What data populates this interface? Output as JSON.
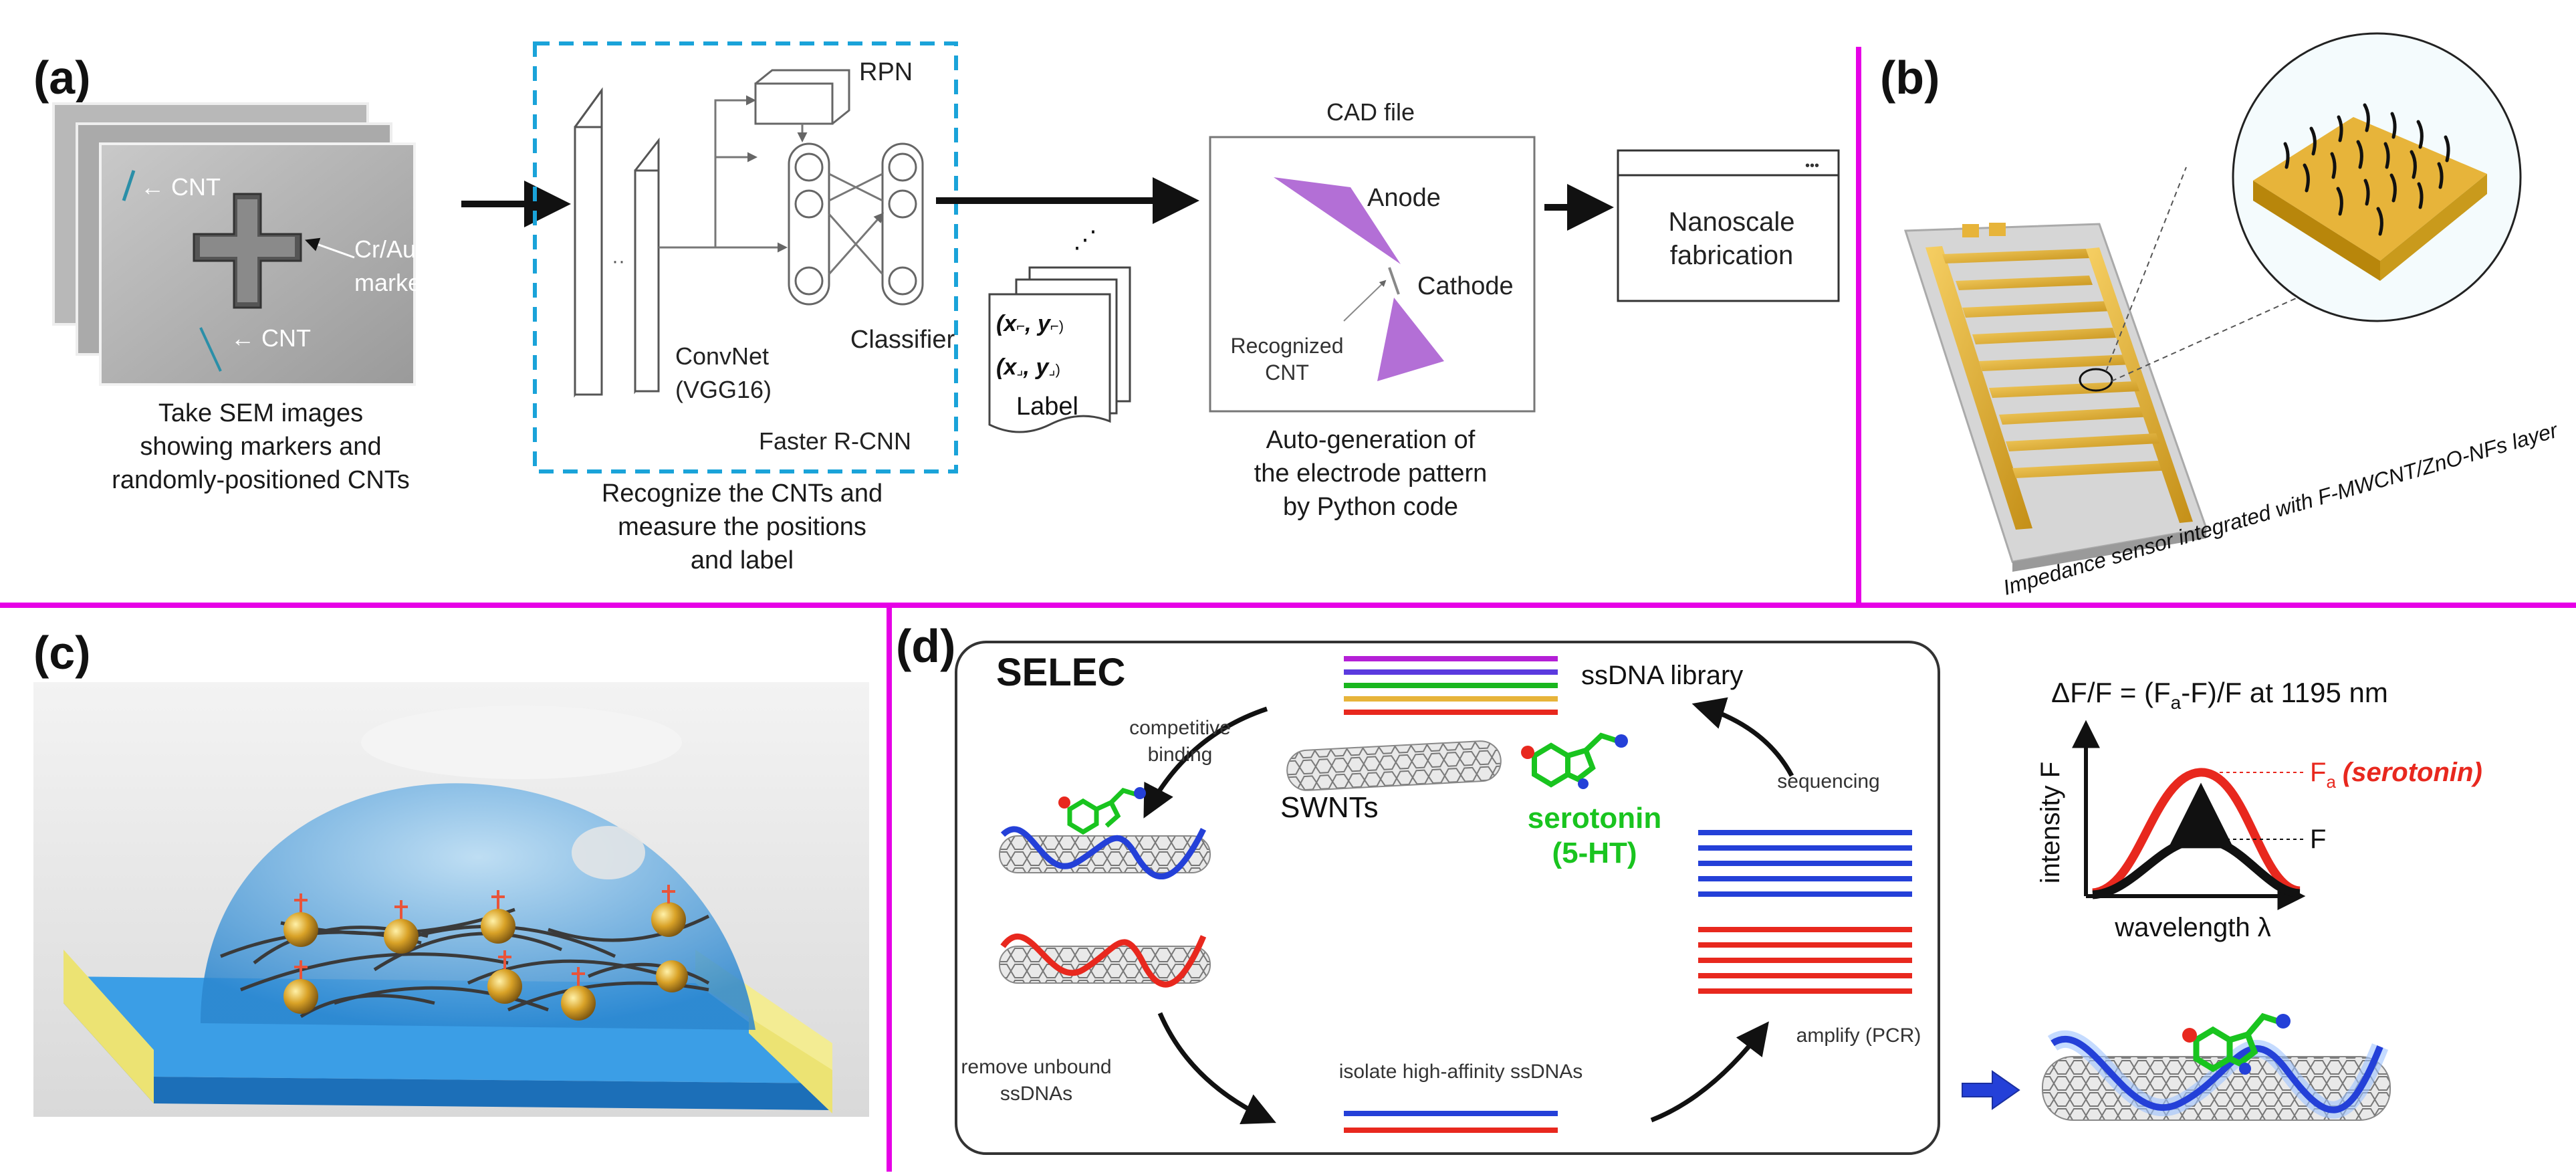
{
  "colors": {
    "magenta": "#e600e6",
    "dashed": "#1aa3d9",
    "anode": "#b36fd6",
    "gold": "#e7b43a",
    "water": "#1f8fd6",
    "red": "#e8281e",
    "blue": "#2440d8",
    "green": "#19c41f",
    "black": "#111111"
  },
  "panel_labels": {
    "a": "(a)",
    "b": "(b)",
    "c": "(c)",
    "d": "(d)"
  },
  "a": {
    "sem": {
      "cnt1": "← CNT",
      "cnt2": "← CNT",
      "marker1": "Cr/Au",
      "marker2": "marker"
    },
    "caption1": [
      "Take SEM images",
      "showing markers and",
      "randomly-positioned CNTs"
    ],
    "nn": {
      "rpn": "RPN",
      "classifier": "Classifier",
      "convnet1": "ConvNet",
      "convnet2": "(VGG16)",
      "faster": "Faster R-CNN"
    },
    "caption2": [
      "Recognize the CNTs and",
      "measure the positions",
      "and label"
    ],
    "label_doc": {
      "c1x": "(x",
      "c1s": "⌐",
      "c1m": ", y",
      "c1e": "⌐)",
      "c2x": "(x",
      "c2s": "⌟",
      "c2m": ", y",
      "c2e": "⌟)",
      "name": "Label"
    },
    "cad": {
      "title": "CAD file",
      "anode": "Anode",
      "cathode": "Cathode",
      "rec1": "Recognized",
      "rec2": "CNT"
    },
    "caption3": [
      "Auto-generation of",
      "the electrode pattern",
      "by Python code"
    ],
    "fab": [
      "Nanoscale",
      "fabrication"
    ],
    "window_dots": "•••"
  },
  "b": {
    "sensor_caption": "Impedance sensor integrated with F-MWCNT/ZnO-NFs layer"
  },
  "d": {
    "title": "SELEC",
    "library": "ssDNA library",
    "competitive": [
      "competitive",
      "binding"
    ],
    "swnts": "SWNTs",
    "serotonin": [
      "serotonin",
      "(5-HT)"
    ],
    "sequencing": "sequencing",
    "remove": [
      "remove unbound",
      "ssDNAs"
    ],
    "isolate": "isolate high-affinity ssDNAs",
    "amplify": "amplify (PCR)",
    "formula": {
      "part1": "ΔF/F = (F",
      "sub": "a",
      "part2": "-F)/F at 1195 nm"
    },
    "graph": {
      "ylabel": "intensity F",
      "xlabel": "wavelength λ",
      "fa": "F",
      "fa_sub": "a",
      "fa_paren": "(serotonin)",
      "f": "F"
    }
  }
}
